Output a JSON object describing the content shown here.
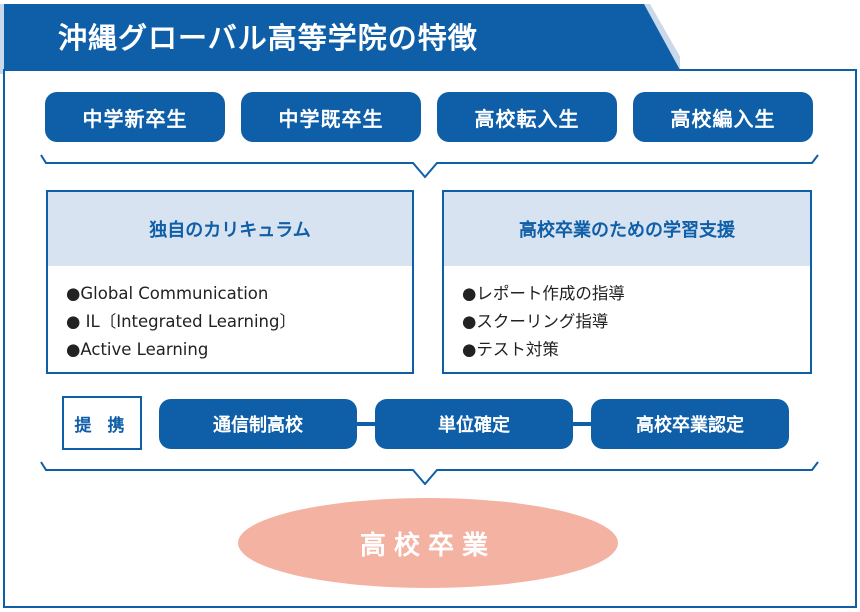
{
  "title": "沖縄グローバル高等学院の特徴",
  "entry_types": [
    "中学新卒生",
    "中学既卒生",
    "高校転入生",
    "高校編入生"
  ],
  "panels": [
    {
      "heading": "独自のカリキュラム",
      "items": [
        "●Global Communication",
        "● IL〔Integrated Learning〕",
        "●Active Learning"
      ]
    },
    {
      "heading": "高校卒業のための学習支援",
      "items": [
        "●レポート作成の指導",
        "●スクーリング指導",
        "●テスト対策"
      ]
    }
  ],
  "partnership": {
    "label": "提 携",
    "steps": [
      "通信制高校",
      "単位確定",
      "高校卒業認定"
    ]
  },
  "result": "高校卒業",
  "colors": {
    "primary": "#0f5ea8",
    "panel_head": "#d7e3f1",
    "result_fill": "#f4b2a2"
  }
}
